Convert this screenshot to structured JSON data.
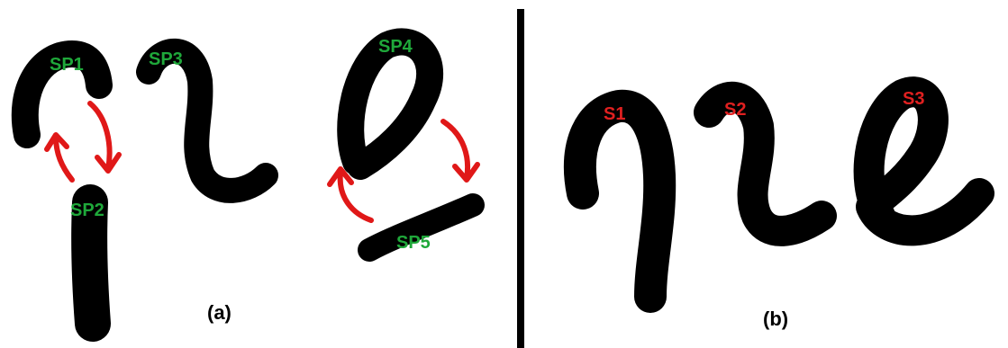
{
  "panel_a": {
    "segments": [
      {
        "id": "sp1",
        "label": "SP1"
      },
      {
        "id": "sp2",
        "label": "SP2"
      },
      {
        "id": "sp3",
        "label": "SP3"
      },
      {
        "id": "sp4",
        "label": "SP4"
      },
      {
        "id": "sp5",
        "label": "SP5"
      }
    ],
    "caption": "(a)",
    "label_color": "#1fa83a",
    "arrow_color": "#e01818"
  },
  "panel_b": {
    "strokes": [
      {
        "id": "s1",
        "label": "S1"
      },
      {
        "id": "s2",
        "label": "S2"
      },
      {
        "id": "s3",
        "label": "S3"
      }
    ],
    "caption": "(b)",
    "label_color": "#e02020"
  },
  "ink_color": "#000000"
}
